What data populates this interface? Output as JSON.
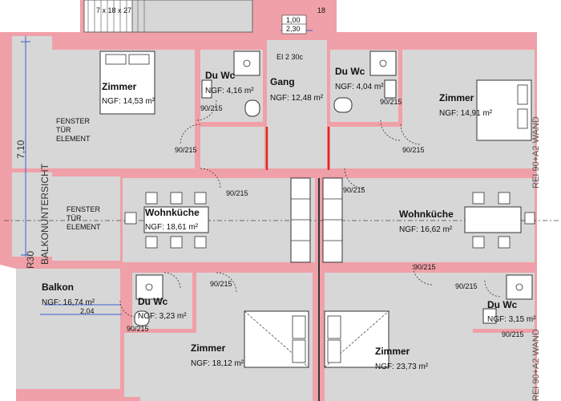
{
  "rooms": {
    "zimmer_tl": {
      "name": "Zimmer",
      "area": "NGF: 14,53 m²"
    },
    "du_wc_tl": {
      "name": "Du Wc",
      "area": "NGF: 4,16 m²"
    },
    "gang": {
      "name": "Gang",
      "area": "NGF: 12,48 m²"
    },
    "du_wc_tr": {
      "name": "Du Wc",
      "area": "NGF: 4,04 m²"
    },
    "zimmer_tr": {
      "name": "Zimmer",
      "area": "NGF: 14,91 m²"
    },
    "fenster_1": {
      "lines": [
        "FENSTER",
        "TÜR",
        "ELEMENT"
      ]
    },
    "fenster_2": {
      "lines": [
        "FENSTER",
        "TÜR",
        "ELEMENT"
      ]
    },
    "wohnkueche_l": {
      "name": "Wohnküche",
      "area": "NGF: 18,61 m²"
    },
    "wohnkueche_r": {
      "name": "Wohnküche",
      "area": "NGF: 16,62 m²"
    },
    "balkon": {
      "name": "Balkon",
      "area": "NGF: 16,74 m²"
    },
    "du_wc_bl": {
      "name": "Du Wc",
      "area": "NGF: 3,23 m²"
    },
    "zimmer_bl": {
      "name": "Zimmer",
      "area": "NGF: 18,12 m²"
    },
    "zimmer_br": {
      "name": "Zimmer",
      "area": "NGF: 23,73 m²"
    },
    "du_wc_br": {
      "name": "Du Wc",
      "area": "NGF: 3,15 m²"
    }
  },
  "doors": [
    "90/215",
    "90/215",
    "90/215",
    "90/215",
    "90/215",
    "90/215",
    "90/215",
    "90/215",
    "90/215",
    "90/215",
    "90/215"
  ],
  "dimensions": {
    "d1": "1,00",
    "d2": "2,30",
    "d3": "18",
    "d4": "7,10",
    "d5": "2,04",
    "r30": "R30"
  },
  "labels": {
    "ei": "EI 2 30c",
    "balkonuntersicht": "BALKONUNTERSICHT",
    "rei_top": "REI 90+A2 WAND",
    "rei_bottom": "REI 90+A2 WAND",
    "stair_note": "7 x 18 x 27"
  },
  "colors": {
    "wall": "#f0a0a8",
    "wall_stroke": "#c46a74",
    "floor": "#d7d7d7",
    "red_line": "#e0281e",
    "dim_line": "#3a5fcf",
    "fixture": "#ffffff"
  }
}
